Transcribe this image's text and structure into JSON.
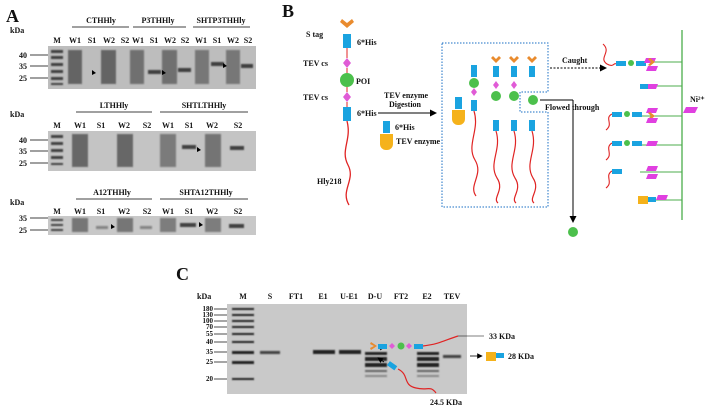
{
  "panelA": {
    "label": "A",
    "blot1": {
      "kda_label": "kDa",
      "marker_values": [
        "40",
        "35",
        "25"
      ],
      "groups": [
        "CTHHly",
        "P3THHly",
        "SHTP3THHly"
      ],
      "lanes": [
        "M",
        "W1",
        "S1",
        "W2",
        "S2",
        "W1",
        "S1",
        "W2",
        "S2",
        "W1",
        "S1",
        "W2",
        "S2"
      ]
    },
    "blot2": {
      "kda_label": "kDa",
      "marker_values": [
        "40",
        "35",
        "25"
      ],
      "groups": [
        "LTHHly",
        "SHTLTHHly"
      ],
      "lanes": [
        "M",
        "W1",
        "S1",
        "W2",
        "S2",
        "W1",
        "S1",
        "W2",
        "S2"
      ]
    },
    "blot3": {
      "kda_label": "kDa",
      "marker_values": [
        "35",
        "25"
      ],
      "groups": [
        "A12THHly",
        "SHTA12THHly"
      ],
      "lanes": [
        "M",
        "W1",
        "S1",
        "W2",
        "S2",
        "W1",
        "S1",
        "W2",
        "S2"
      ]
    }
  },
  "panelB": {
    "label": "B",
    "construct_labels": [
      "S tag",
      "6*His",
      "TEV cs",
      "POI",
      "TEV cs",
      "6*His",
      "Hly218"
    ],
    "digestion_label_line1": "TEV enzyme",
    "digestion_label_line2": "Digestion",
    "enzyme_his_label": "6*His",
    "enzyme_label": "TEV enzyme",
    "caught_label": "Caught",
    "flowed_label": "Flowed through",
    "nickel_label": "Ni²⁺",
    "colors": {
      "stag": "#e98b2e",
      "his": "#1aa3e0",
      "tevcs": "#e05bd6",
      "poi": "#4cc04c",
      "enzyme": "#f5b21b",
      "linker": "#e02424",
      "nickel": "#e040e0",
      "resin": "#4cae4c",
      "box_border": "#1a6fc4"
    }
  },
  "panelC": {
    "label": "C",
    "kda_label": "kDa",
    "marker_values": [
      "180",
      "130",
      "100",
      "70",
      "55",
      "40",
      "35",
      "25",
      "20"
    ],
    "lanes": [
      "M",
      "S",
      "FT1",
      "E1",
      "U-E1",
      "D-U",
      "FT2",
      "E2",
      "TEV"
    ],
    "band_annotations": [
      "33 KDa",
      "28 KDa",
      "24.5 KDa"
    ]
  }
}
